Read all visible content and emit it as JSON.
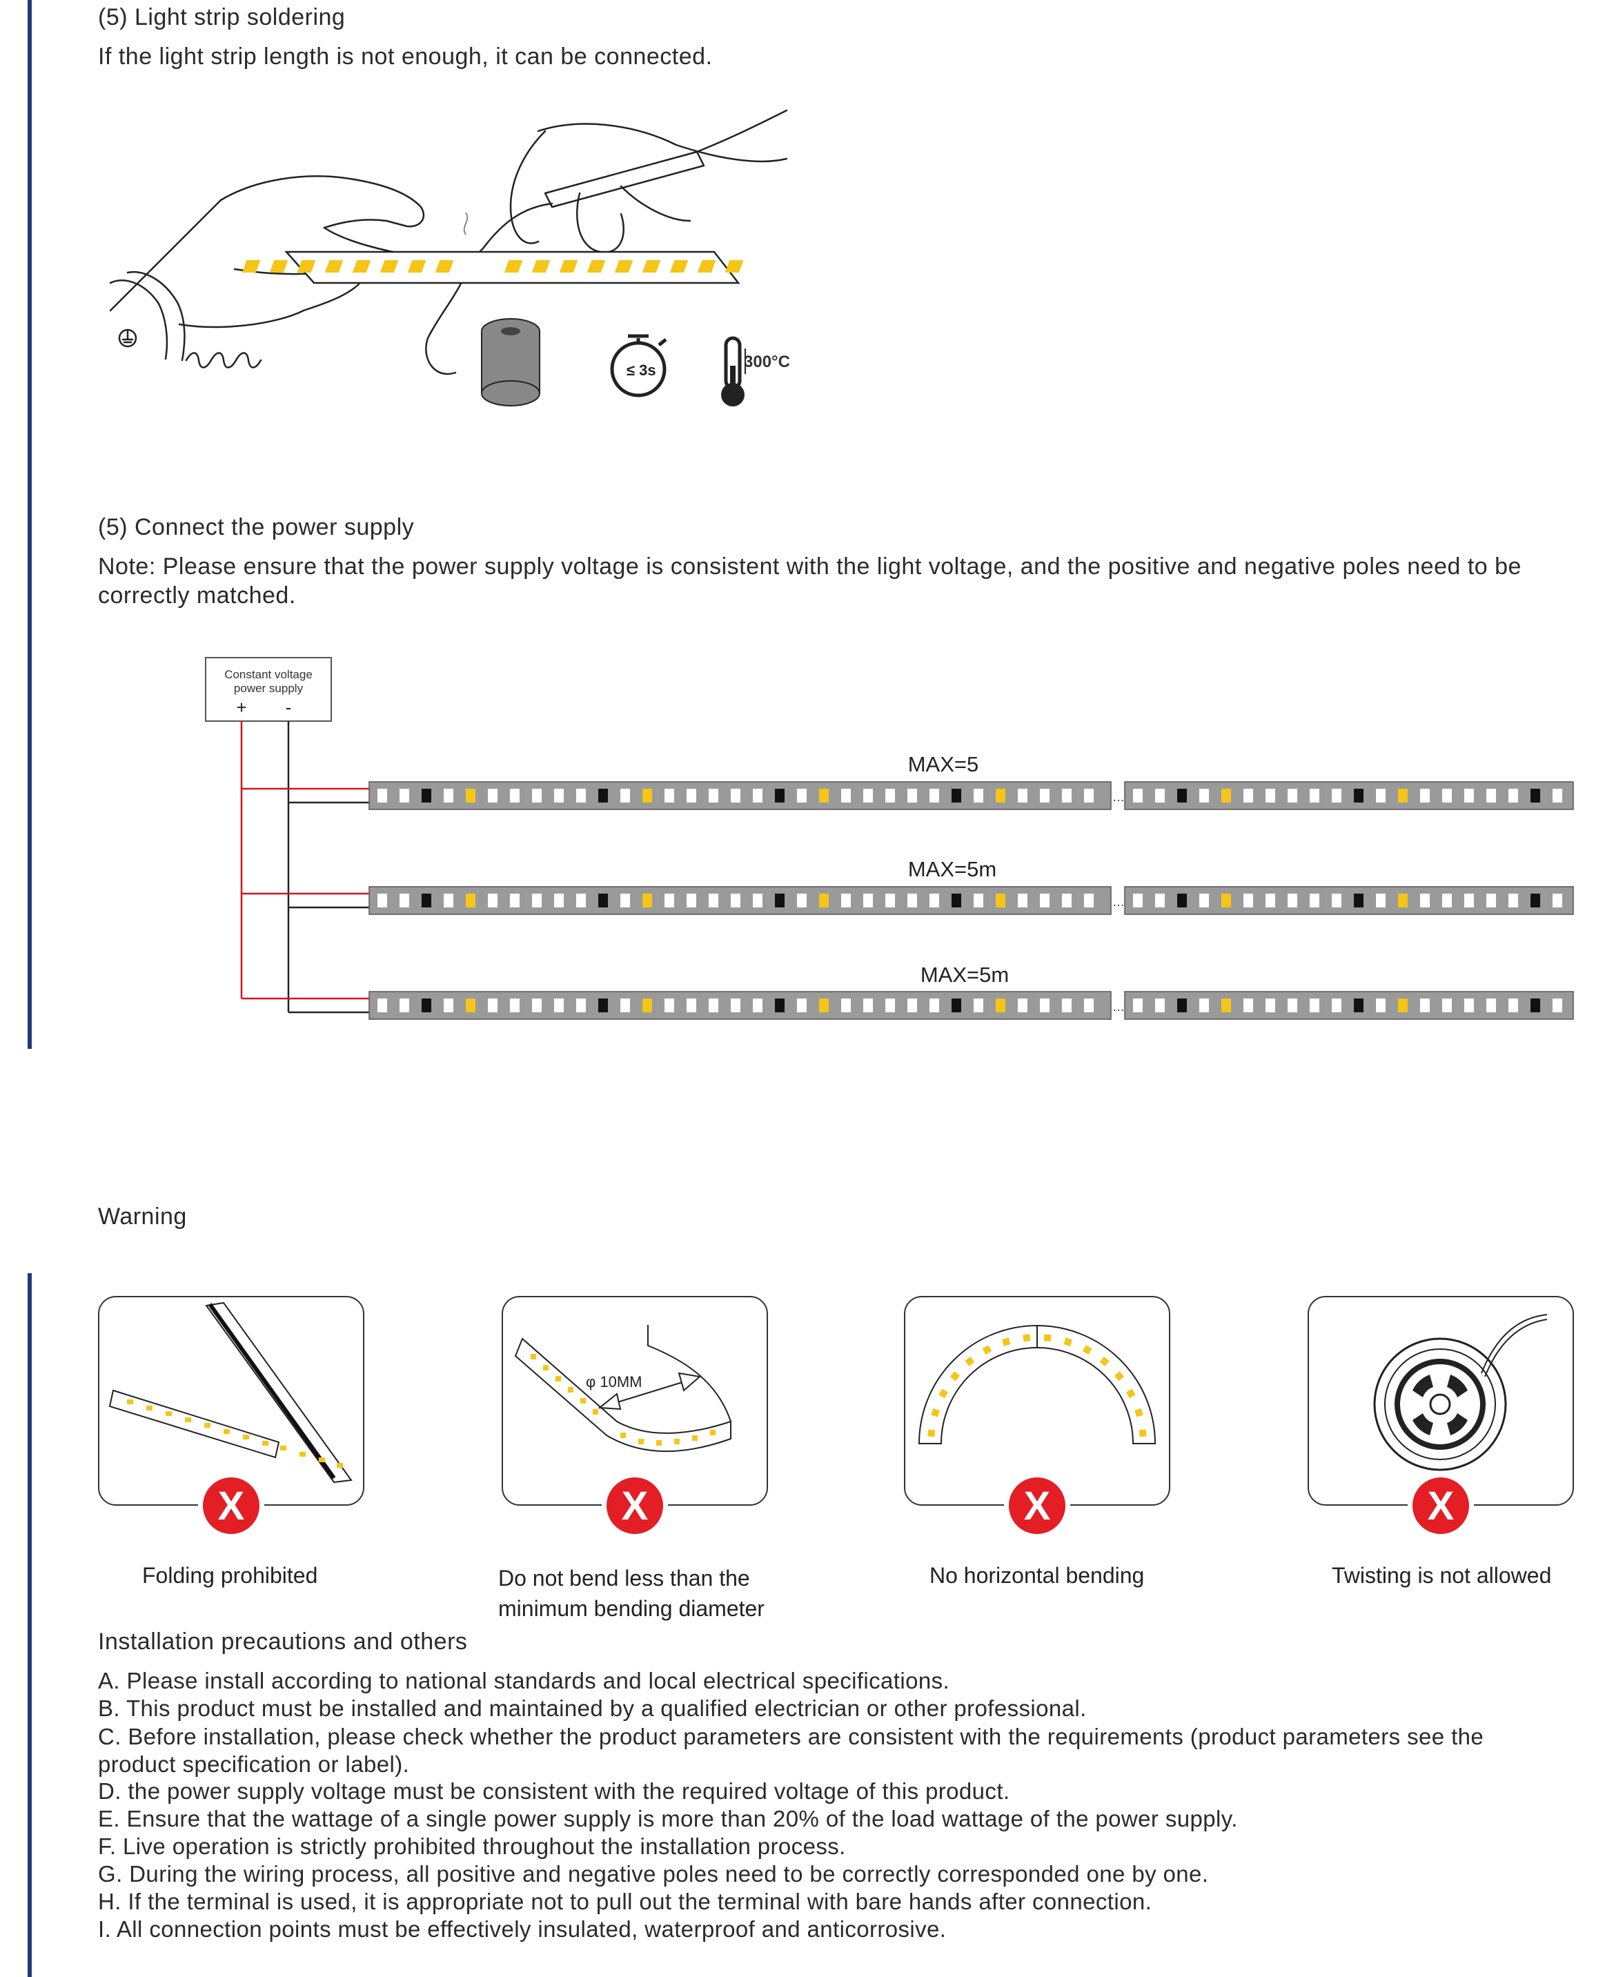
{
  "soldering": {
    "heading": "(5)   Light strip soldering",
    "text": "If the light strip length is not enough, it can be connected.",
    "timer_label": "≤ 3s",
    "temp_label": "300°C"
  },
  "power": {
    "heading": "(5) Connect the power supply",
    "note": "Note: Please ensure that the power supply voltage is consistent with the light voltage, and the positive and negative poles need to be correctly matched.",
    "psu_label_1": "Constant voltage",
    "psu_label_2": "power supply",
    "plus": "+",
    "minus": "-",
    "strip_labels": [
      "MAX=5",
      "MAX=5m",
      "MAX=5m"
    ]
  },
  "warning": {
    "heading": "Warning",
    "x_symbol": "X",
    "diameter_label": "φ  10MM",
    "captions": [
      "Folding prohibited",
      "Do not bend less than the minimum bending diameter",
      "No horizontal bending",
      "Twisting is not allowed"
    ]
  },
  "precautions": {
    "heading": "Installation precautions and others",
    "items": [
      "A.  Please install according to national standards and local electrical specifications.",
      "B.  This product must be installed and maintained by a qualified electrician or other professional.",
      "C.  Before installation, please check whether the product parameters are consistent with the requirements (product parameters see the product specification or label).",
      "D.  the power supply voltage must be consistent with the required voltage of this product.",
      "E.  Ensure that the wattage of a single power supply is more than 20% of the load wattage of the power supply.",
      "F.   Live operation is strictly prohibited throughout the installation process.",
      "G.  During the wiring process, all positive and negative poles need to be correctly corresponded one by one.",
      "H.  If the terminal is used, it is appropriate not to pull out the terminal with bare hands after connection.",
      "I.   All connection points must be effectively insulated, waterproof and anticorrosive."
    ]
  },
  "colors": {
    "accent_bar": "#1f3b78",
    "led_yellow": "#f5c518",
    "wire_red": "#d6141b",
    "x_red": "#e31e24"
  }
}
